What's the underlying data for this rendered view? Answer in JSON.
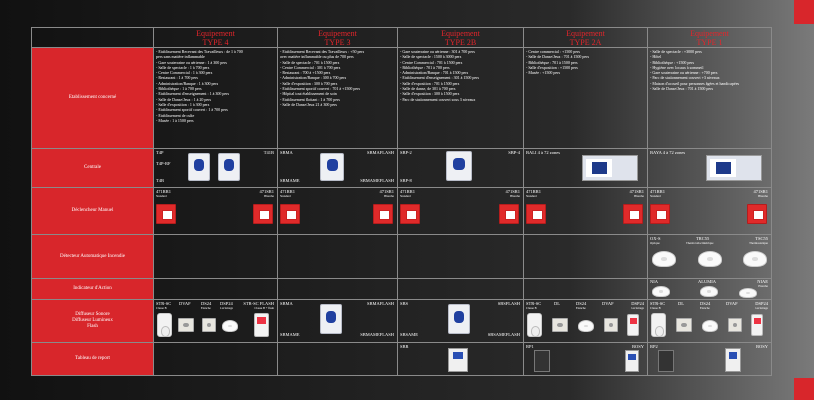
{
  "headers": [
    {
      "line1": "Equipement",
      "line2": "TYPE 4"
    },
    {
      "line1": "Equipement",
      "line2": "TYPE 3"
    },
    {
      "line1": "Equipement",
      "line2": "TYPE 2B"
    },
    {
      "line1": "Equipement",
      "line2": "TYPE 2A"
    },
    {
      "line1": "Equipement",
      "line2": "TYPE 1"
    }
  ],
  "row_labels": {
    "etab": "Etablissement concerné",
    "centrale": "Centrale",
    "declencheur": "Déclencheur Manuel",
    "detecteur": "Détecteur Automatique Incendie",
    "indicateur": "Indicateur d'Action",
    "diffuseur_1": "Diffuseur Sonore",
    "diffuseur_2": "Diffuseur Lumineux",
    "diffuseur_3": "Flash",
    "tableau": "Tableau de report"
  },
  "etab": [
    [
      "- Etablissement Recevant des Travailleurs : de 1 à 700",
      "pers sans matière inflammable",
      "- Gare souterraine ou aérienne : 1 à 300 pers",
      "- Salle de spectacle : 1 à 700 pers",
      "- Centre Commercial : 1 à 300 pers",
      "- Restaurant : 1 à 700 pers",
      "- Administration/Banque : 1 à 300 pers",
      "- Bibliothèque : 1 à 700 pers",
      "- Etablissement d'enseignement : 1 à 300 pers",
      "- Salle de Danse/Jeux : 1 à 20 pers",
      "- Salle d'exposition : 1 à 300 pers",
      "- Etablissement sportif couvert : 1 à 700 pers",
      "- Etablissement de culte",
      "- Musée : 1 à 1500 pers"
    ],
    [
      "- Etablissement Recevant des Travailleurs : +50 pers",
      "avec matière inflammable ou plus de 700 pers",
      "- Salle de spectacle : 701 à 1500 pers",
      "- Centre Commercial : 301 à 700 pers",
      "- Restaurant : 700 à +1500 pers",
      "- Administration/Banque : 300 à 700 pers",
      "- Salle d'exposition : 300 à 700 pers",
      "- Etablissement sportif couvert : 701 à +1500 pers",
      "- Hôpital tout établissement de soin",
      "- Etablissement flottant : 1 à 700 pers",
      "- Salle de Danse/Jeux 21 à 300 pers"
    ],
    [
      "- Gare souterraine ou aérienne : 301 à 700 pers",
      "- Salle de spectacle : 1500 à 3000 pers",
      "- Centre Commercial : 701 à 1500 pers",
      "- Bibliothèque : 701 à 700 pers",
      "- Administration/Banque : 701 à 1500 pers",
      "- Etablissement d'enseignement : 301 à 1500 pers",
      "- Salle d'exposition : 701 à 1500 pers",
      "- Salle de danse, de 301 à 700 pers",
      "- Salle d'exposition : 300 à 1500 pers",
      "- Parc de stationnement couvert sous 3 niveaux"
    ],
    [
      "- Centre commercial : +1500 pers",
      "- Salle de Danse/Jeux : 701 à 1500 pers",
      "- Bibliothèque : 701 à 1500 pers",
      "- Salle d'exposition : +1500 pers",
      "- Musée : +1500 pers"
    ],
    [
      "- Salle de spectacle : +3000 pers",
      "- Hôtel",
      "- Bibliothèque : +1500 pers",
      "- Hygiène avec locaux à sommeil",
      "- Gare souterraine ou aérienne : +700 pers",
      "- Parc de stationnement couvert +3 niveaux",
      "- Maison d'accueil pour personnes âgées et handicapées",
      "- Salle de Danse/Jeux : 701 à 1500 pers"
    ]
  ],
  "centrale": {
    "c1": {
      "a": "T4P",
      "b": "T4P-RF",
      "c": "T4B",
      "d": "T41B"
    },
    "c2": {
      "a": "SBMA",
      "b": "SBMAFLASH",
      "c": "SBMAME",
      "d": "SBMAMEFLASH"
    },
    "c3": {
      "a": "SBP-2",
      "b": "SBP-4",
      "c": "SBP-8"
    },
    "c4": {
      "a": "BALI 4 à 72 zones"
    },
    "c5": {
      "a": "BAYA 4 à 72 zones"
    }
  },
  "declencheur": {
    "left": "471RR1",
    "right": "471SR1",
    "left_sub": "Standard",
    "right_sub": "Blanche"
  },
  "detecteur": {
    "a": "OX-S",
    "a_sub": "Optique",
    "b": "TRC55",
    "b_sub": "Thermovélocimétrique",
    "c": "TSC55",
    "c_sub": "Thermostatique"
  },
  "indicateur": {
    "a": "NIA",
    "b": "ALUMIA",
    "c": "NIAE",
    "c_sub": "Etanche"
  },
  "diffuseur": {
    "c1": {
      "a": "STR-SC",
      "a_sub": "Classe B",
      "b": "DVAF",
      "c": "DS24",
      "c_sub": "Etanche",
      "d": "DSP24",
      "d_sub": "à éclairage",
      "e": "STR-SC FLASH",
      "e_sub": "Classe B + flash"
    },
    "c2": {
      "a": "SBMA",
      "b": "SBMAFLASH",
      "c": "SBMAME",
      "d": "SBMAMEFLASH"
    },
    "c3": {
      "a": "SBS",
      "b": "SBSFLASH",
      "c": "SBSAME",
      "d": "SBSAMEFLASH"
    },
    "c4": {
      "a": "STR-SC",
      "a_sub": "Classe B",
      "b": "DL",
      "c": "DS24",
      "c_sub": "Etanche",
      "d": "DVAF",
      "e": "DSP24",
      "e_sub": "à éclairage"
    },
    "c5": {
      "a": "STR-SC",
      "a_sub": "Classe B",
      "b": "DL",
      "c": "DS24",
      "c_sub": "Etanche",
      "d": "DVAF",
      "e": "DSP24",
      "e_sub": "à éclairage"
    }
  },
  "tableau": {
    "c3": "SBR",
    "c4a": "RP1",
    "c4b": "BOSY",
    "c5a": "RP2",
    "c5b": "BOSY"
  }
}
